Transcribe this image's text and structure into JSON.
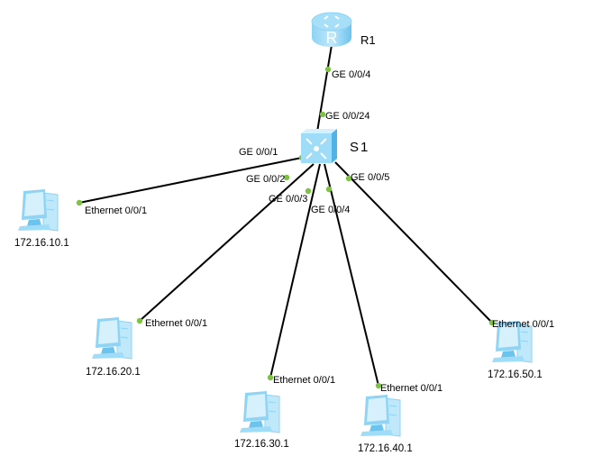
{
  "devices": {
    "router": {
      "name": "R1",
      "type": "router-icon"
    },
    "switch": {
      "name": "S1",
      "type": "switch-icon"
    },
    "pcs": [
      {
        "ip": "172.16.10.1",
        "port": "Ethernet 0/0/1",
        "switch_port": "GE 0/0/1"
      },
      {
        "ip": "172.16.20.1",
        "port": "Ethernet 0/0/1",
        "switch_port": "GE 0/0/2"
      },
      {
        "ip": "172.16.30.1",
        "port": "Ethernet 0/0/1",
        "switch_port": "GE 0/0/3"
      },
      {
        "ip": "172.16.40.1",
        "port": "Ethernet 0/0/1",
        "switch_port": "GE 0/0/4"
      },
      {
        "ip": "172.16.50.1",
        "port": "Ethernet 0/0/1",
        "switch_port": "GE 0/0/5"
      }
    ]
  },
  "uplink": {
    "router_port": "GE 0/0/4",
    "switch_port": "GE 0/0/24"
  },
  "colors": {
    "link": "#000000",
    "port_dot": "#7dc242",
    "device_light": "#bfe8fb",
    "device_mid": "#8fd3f5",
    "device_dark": "#4fb3e8"
  }
}
